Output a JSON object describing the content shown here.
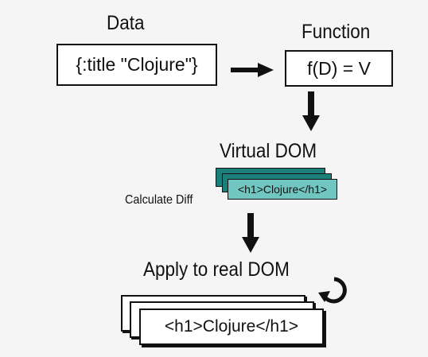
{
  "data_label": "Data",
  "data_box_text": "{:title \"Clojure\"}",
  "function_label": "Function",
  "function_box_text": "f(D) = V",
  "virtual_dom_label": "Virtual DOM",
  "virtual_dom_card_text": "<h1>Clojure</h1>",
  "calculate_diff_label": "Calculate Diff",
  "apply_label": "Apply to real DOM",
  "real_dom_card_text": "<h1>Clojure</h1>",
  "colors": {
    "virtual_card_back": "#1d7f7a",
    "virtual_card_front": "#72c6c1",
    "arrow": "#111111",
    "background": "#f5f5f5"
  },
  "icons": [
    "right-arrow-icon",
    "down-arrow-icon",
    "refresh-icon"
  ]
}
